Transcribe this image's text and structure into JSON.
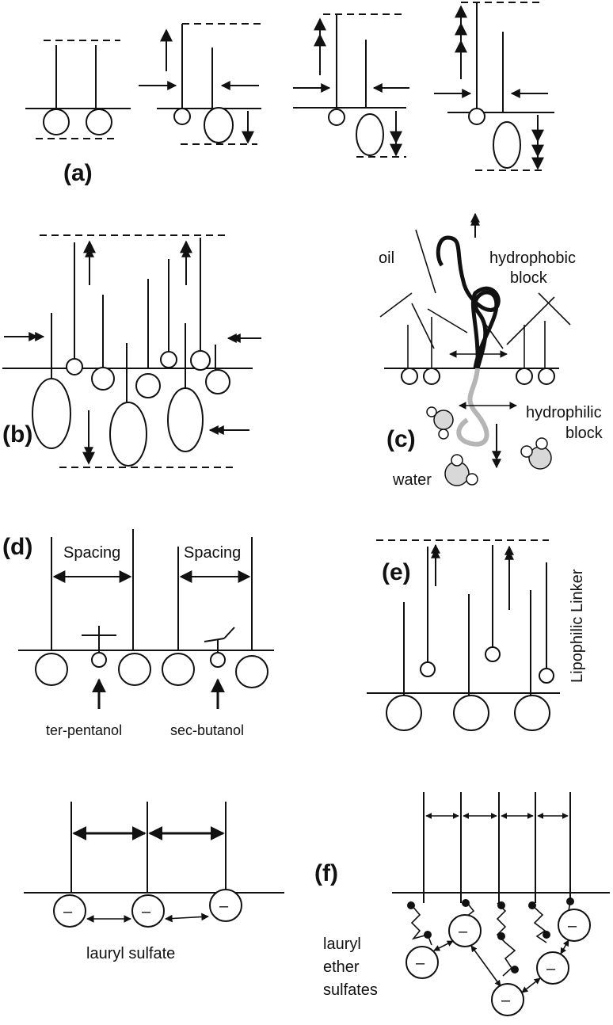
{
  "panels": {
    "a": "(a)",
    "b": "(b)",
    "c": "(c)",
    "d": "(d)",
    "e": "(e)",
    "f": "(f)"
  },
  "labels": {
    "oil": "oil",
    "hydrophobic_line1": "hydrophobic",
    "hydrophobic_line2": "block",
    "hydrophilic_line1": "hydrophilic",
    "hydrophilic_line2": "block",
    "water": "water",
    "spacing_left": "Spacing",
    "spacing_right": "Spacing",
    "ter_pentanol": "ter-pentanol",
    "sec_butanol": "sec-butanol",
    "lipophilic_linker": "Lipophilic Linker",
    "lauryl_sulfate": "lauryl sulfate",
    "lauryl_ether_line1": "lauryl",
    "lauryl_ether_line2": "ether",
    "lauryl_ether_line3": "sulfates",
    "minus": "–"
  }
}
